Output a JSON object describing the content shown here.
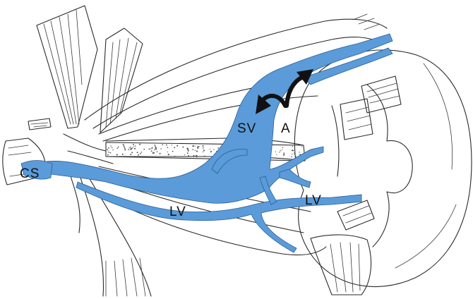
{
  "diagram": {
    "labels": {
      "cs": "CS",
      "sv": "SV",
      "a": "A",
      "lv_left": "LV",
      "lv_right": "LV"
    },
    "colors": {
      "vessel": "#5b9bd9",
      "vessel_outline": "#2a5f96",
      "ink": "#2a2a2a",
      "arrow": "#111111"
    }
  }
}
